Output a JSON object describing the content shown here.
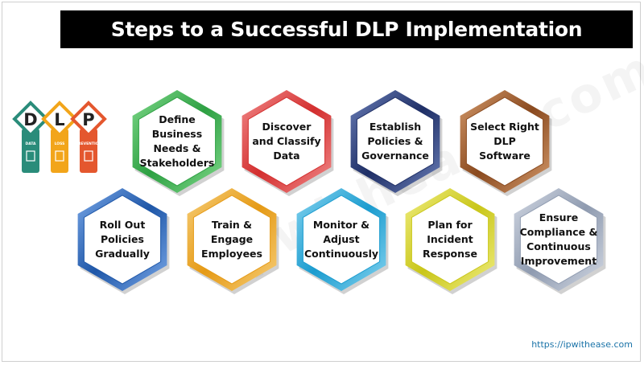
{
  "title": "Steps to a Successful DLP Implementation",
  "logo": {
    "letters": [
      "D",
      "L",
      "P"
    ],
    "captions": [
      "DATA",
      "LOSS",
      "PREVENTION"
    ],
    "colors": [
      "#2a8c7a",
      "#f2a51a",
      "#e4572e"
    ]
  },
  "steps": [
    {
      "label": "Define Business\nNeeds &\nStakeholders",
      "color": "#2ea043",
      "color_light": "#7fd98a"
    },
    {
      "label": "Discover\nand Classify\nData",
      "color": "#d32f2f",
      "color_light": "#f28b8b"
    },
    {
      "label": "Establish\nPolicies &\nGovernance",
      "color": "#1f2f66",
      "color_light": "#6b7fb8"
    },
    {
      "label": "Select Right\nDLP\nSoftware",
      "color": "#8a4a1f",
      "color_light": "#d49a6c"
    },
    {
      "label": "Roll Out\nPolicies\nGradually",
      "color": "#1f57a8",
      "color_light": "#7aa8e8"
    },
    {
      "label": "Train &\nEngage\nEmployees",
      "color": "#e59a16",
      "color_light": "#f7cf7a"
    },
    {
      "label": "Monitor &\nAdjust\nContinuously",
      "color": "#1c9ccf",
      "color_light": "#86d4f0"
    },
    {
      "label": "Plan for\nIncident\nResponse",
      "color": "#c9c61a",
      "color_light": "#f0ee80"
    },
    {
      "label": "Ensure\nCompliance &\nContinuous\nImprovement",
      "color": "#8f9bb0",
      "color_light": "#d3d9e4"
    }
  ],
  "footer_url": "https://ipwithease.com",
  "watermark_text": "ipwithease.com"
}
